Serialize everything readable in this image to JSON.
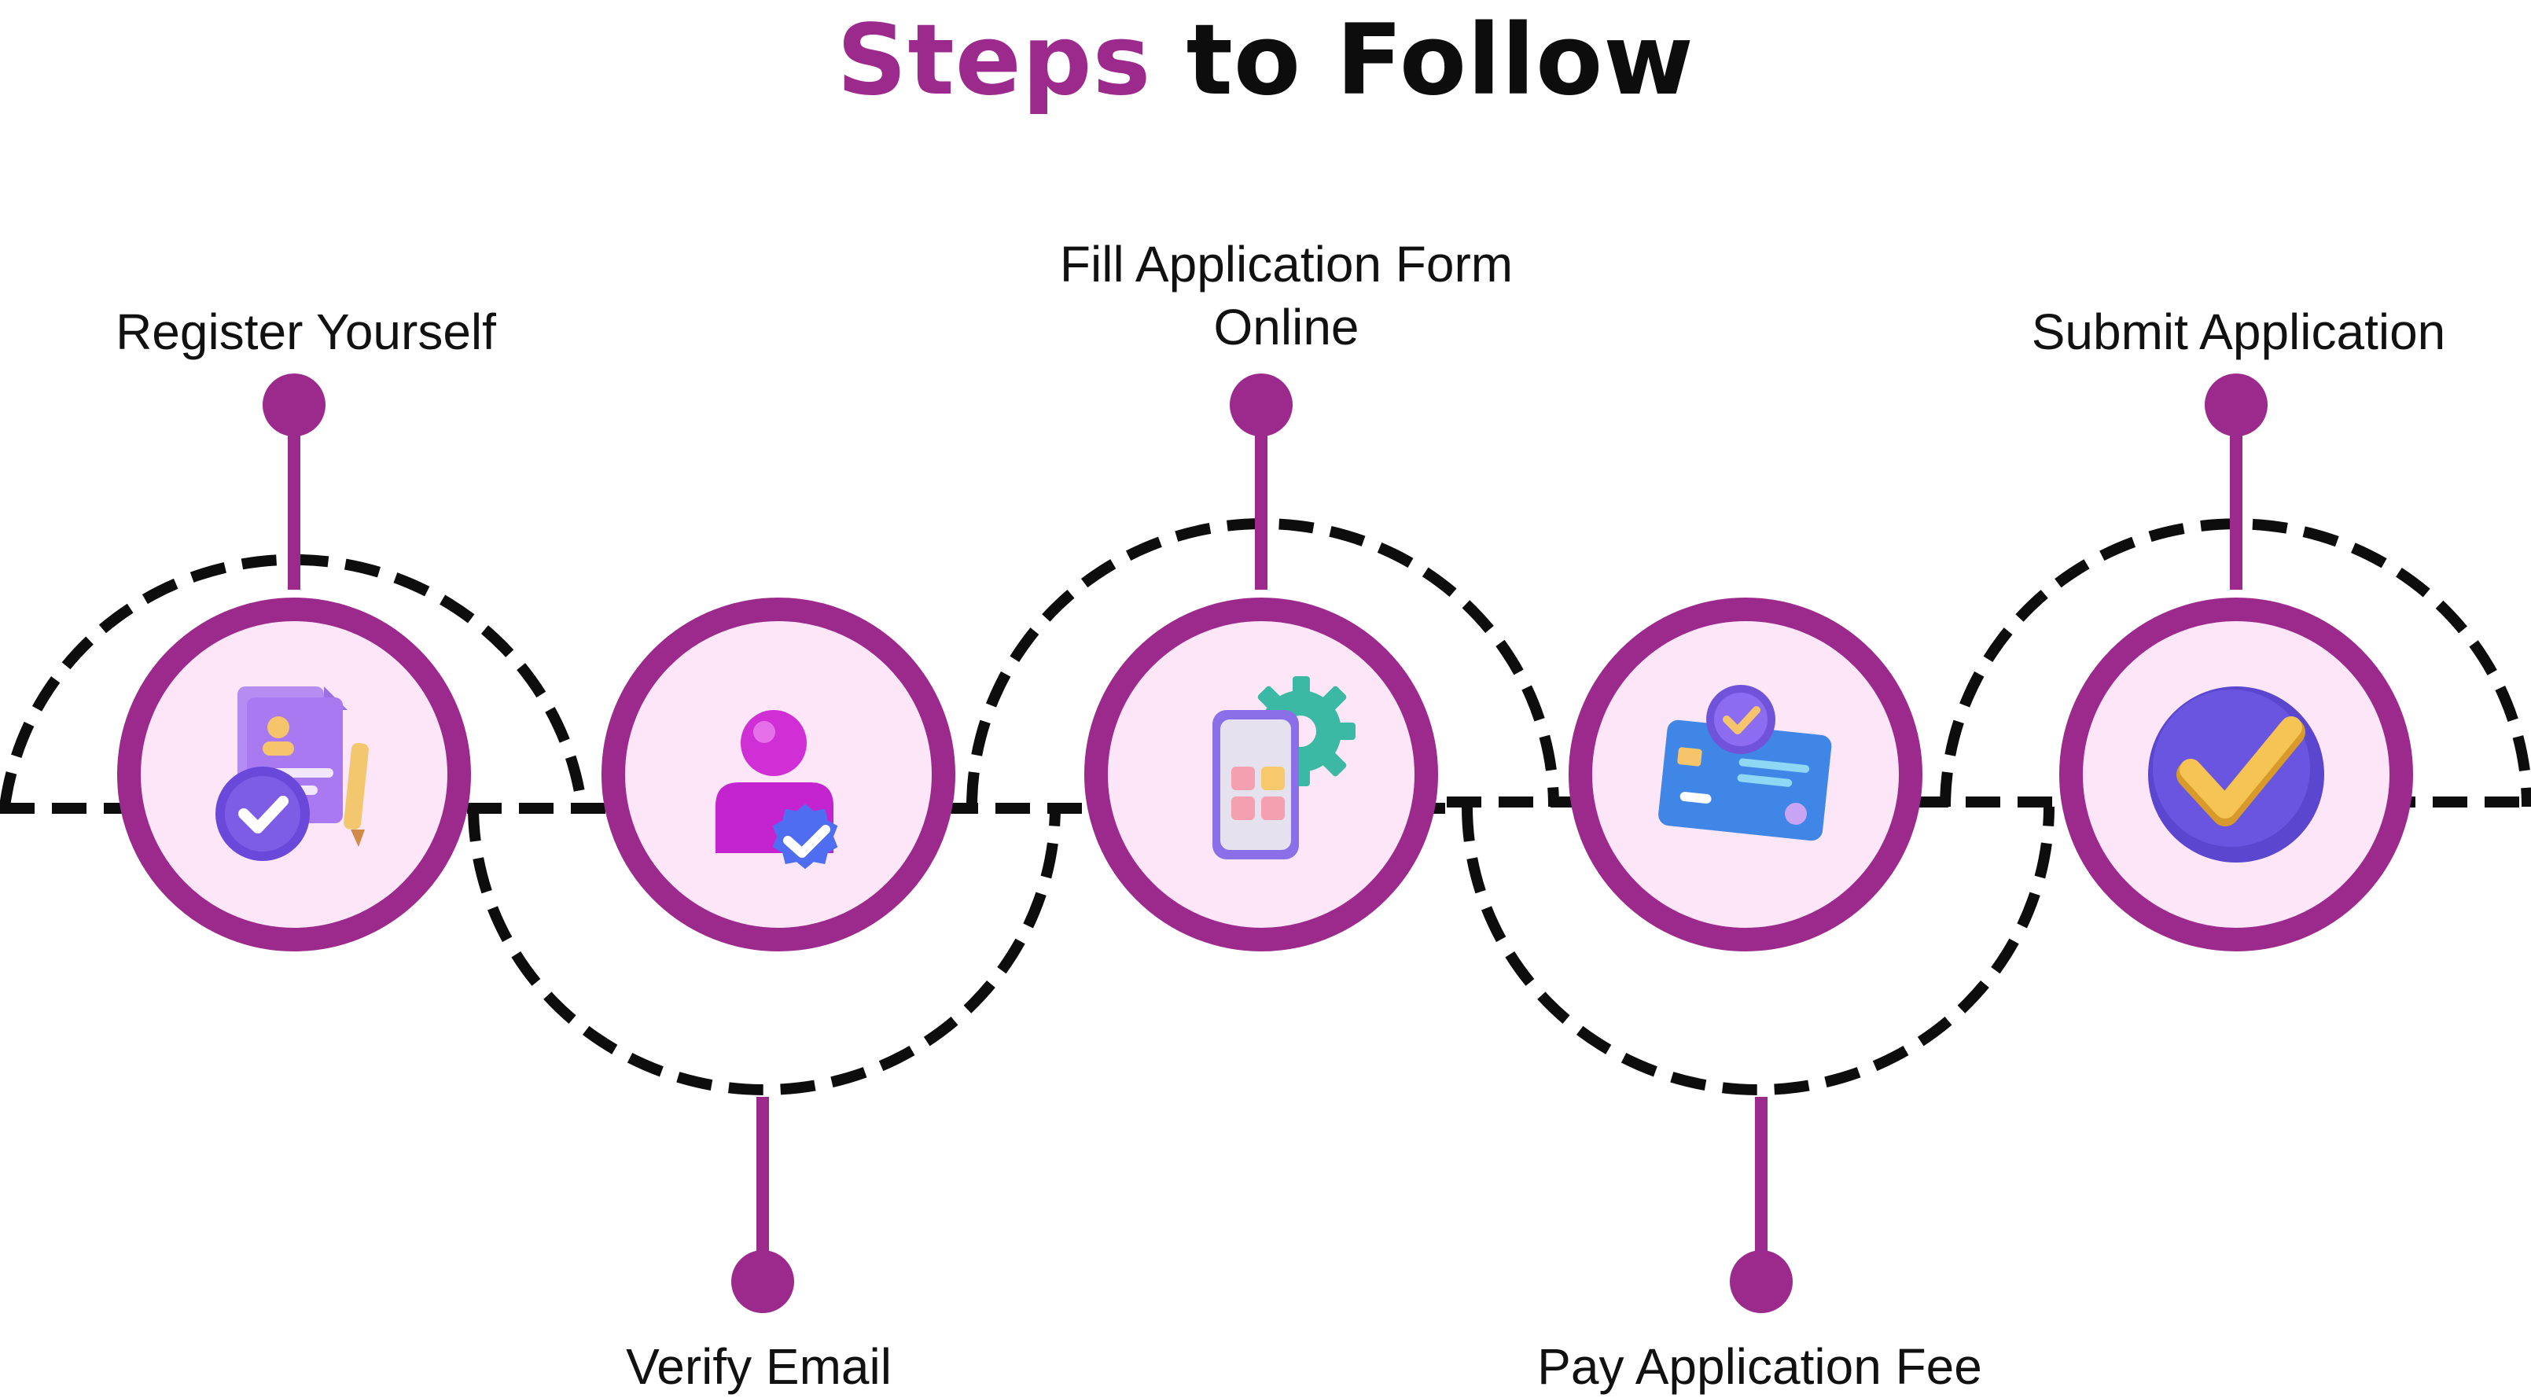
{
  "title": {
    "accent": "Steps",
    "rest": "to Follow"
  },
  "colors": {
    "accent": "#9c2a8c",
    "circle_fill": "#fde6f8",
    "dashes": "#0d0d0d",
    "text": "#111111"
  },
  "steps": [
    {
      "label": "Register Yourself",
      "icon": "document-check-pencil-icon",
      "position": "top"
    },
    {
      "label": "Verify Email",
      "icon": "user-verified-badge-icon",
      "position": "bottom"
    },
    {
      "label": "Fill Application Form Online",
      "icon": "phone-gear-icon",
      "position": "top"
    },
    {
      "label": "Pay Application Fee",
      "icon": "credit-card-check-icon",
      "position": "bottom"
    },
    {
      "label": "Submit Application",
      "icon": "checkmark-circle-icon",
      "position": "top"
    }
  ]
}
